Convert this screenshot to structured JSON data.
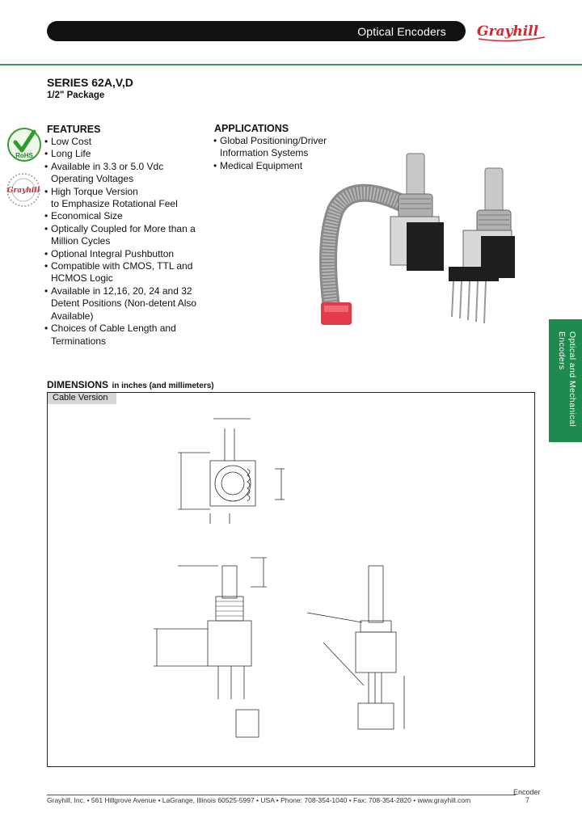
{
  "header": {
    "title": "Optical Encoders",
    "logo": "Grayhill"
  },
  "product": {
    "series": "SERIES 62A,V,D",
    "package": "1/2\" Package"
  },
  "badges": {
    "rohs": "RoHS",
    "seal": "Grayhill"
  },
  "features": {
    "heading": "FEATURES",
    "items": [
      [
        "Low Cost"
      ],
      [
        "Long Life"
      ],
      [
        "Available in 3.3 or 5.0 Vdc",
        "Operating Voltages"
      ],
      [
        "High Torque Version",
        "to Emphasize Rotational Feel"
      ],
      [
        "Economical Size"
      ],
      [
        "Optically Coupled for More than a",
        "Million Cycles"
      ],
      [
        "Optional Integral Pushbutton"
      ],
      [
        "Compatible with CMOS, TTL and",
        "HCMOS Logic"
      ],
      [
        "Available in 12,16, 20, 24 and 32",
        "Detent Positions (Non-detent Also",
        "Available)"
      ],
      [
        "Choices of Cable Length and",
        "Terminations"
      ]
    ]
  },
  "applications": {
    "heading": "APPLICATIONS",
    "items": [
      [
        "Global Positioning/Driver",
        "Information Systems"
      ],
      [
        "Medical Equipment"
      ]
    ]
  },
  "side_tab": {
    "label": "Optical and Mechanical Encoders"
  },
  "dimensions": {
    "title": "DIMENSIONS",
    "subtitle": "in inches (and millimeters)",
    "tab": "Cable Version"
  },
  "colors": {
    "accent_green": "#1e8a4d",
    "rule_green": "#3d8f62",
    "logo_red": "#d8262e",
    "header_black": "#111111"
  },
  "footer": {
    "text": "Grayhill, Inc. • 561 Hillgrove Avenue • LaGrange, Illinois 60525-5997 • USA • Phone: 708-354-1040 • Fax: 708-354-2820 • www.grayhill.com",
    "section": "Encoder",
    "page": "7"
  }
}
